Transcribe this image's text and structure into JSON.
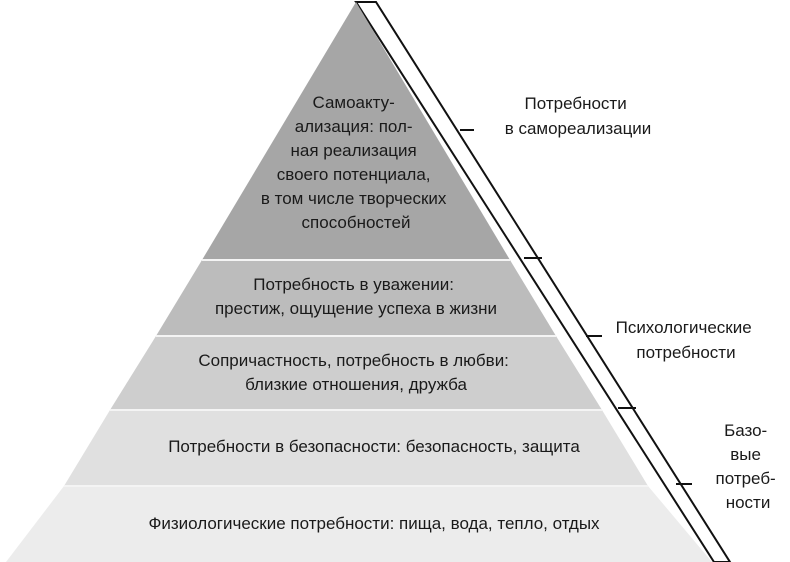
{
  "levels": [
    {
      "id": "self-actualization",
      "lines": [
        "Самоакту-",
        "ализация: пол-",
        "ная реализация",
        "своего потенциала,",
        "в том числе творческих",
        "способностей"
      ],
      "color": "#a6a6a6"
    },
    {
      "id": "esteem",
      "lines": [
        "Потребность в уважении:",
        "престиж, ощущение успеха в жизни"
      ],
      "color": "#bcbcbc"
    },
    {
      "id": "belonging",
      "lines": [
        "Сопричастность, потребность в любви:",
        "близкие отношения, дружба"
      ],
      "color": "#cecece"
    },
    {
      "id": "safety",
      "lines": [
        "Потребности в безопасности: безопасность, защита"
      ],
      "color": "#e0e0e0"
    },
    {
      "id": "physiological",
      "lines": [
        "Физиологические потребности: пища, вода, тепло, отдых"
      ],
      "color": "#ececec"
    }
  ],
  "groups": [
    {
      "id": "self-fulfillment",
      "lines": [
        "Потребности",
        "в самореализации"
      ]
    },
    {
      "id": "psychological",
      "lines": [
        "Психологические",
        "потребности"
      ]
    },
    {
      "id": "basic",
      "lines": [
        "Базо-",
        "вые",
        "потреб-",
        "ности"
      ]
    }
  ]
}
